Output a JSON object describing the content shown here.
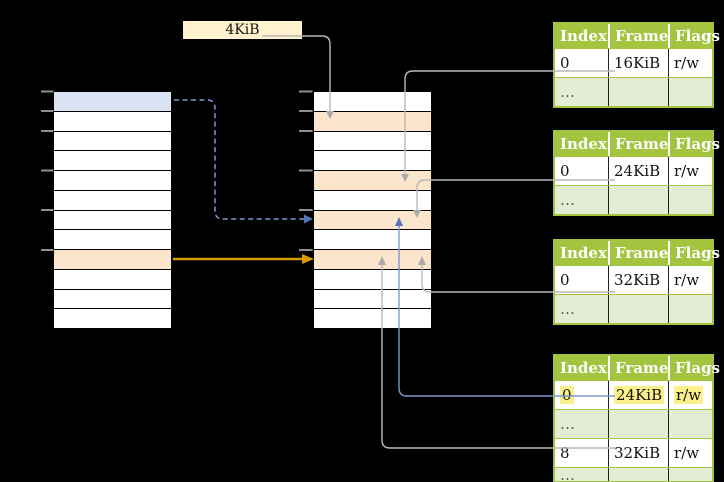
{
  "diagram": {
    "page_size_label": "4KiB"
  },
  "page_tables": {
    "headers": [
      "Index",
      "Frame",
      "Flags"
    ],
    "table1": {
      "rows": [
        [
          "0",
          "16KiB",
          "r/w"
        ],
        [
          "…",
          "",
          ""
        ]
      ]
    },
    "table2": {
      "rows": [
        [
          "0",
          "24KiB",
          "r/w"
        ],
        [
          "…",
          "",
          ""
        ]
      ]
    },
    "table3": {
      "rows": [
        [
          "0",
          "32KiB",
          "r/w"
        ],
        [
          "…",
          "",
          ""
        ]
      ]
    },
    "table4": {
      "rows": [
        [
          "0",
          "24KiB",
          "r/w"
        ],
        [
          "…",
          "",
          ""
        ],
        [
          "8",
          "32KiB",
          "r/w"
        ],
        [
          "…",
          "",
          ""
        ]
      ],
      "highlighted_row": 0
    }
  },
  "memory_columns": {
    "virtual": {
      "row_count": 12,
      "blue_row": 0,
      "orange_row": 8
    },
    "physical": {
      "row_count": 12,
      "orange_rows": [
        1,
        4,
        6,
        8
      ]
    }
  },
  "colors": {
    "background": "#000000",
    "virtual_page_blue": "#DAE3F3",
    "frame_orange": "#FCE5CD",
    "label_box_cream": "#FFF2CC",
    "table_header_green": "#A2C43E",
    "table_alt_row_green": "#E4ECD4",
    "text_highlight_yellow": "#FBF08A",
    "connector_gray": "#B8B8B8",
    "connector_blue": "#7C99CC",
    "connector_orange": "#D79B00",
    "tick_gray": "#8F8F8F"
  }
}
